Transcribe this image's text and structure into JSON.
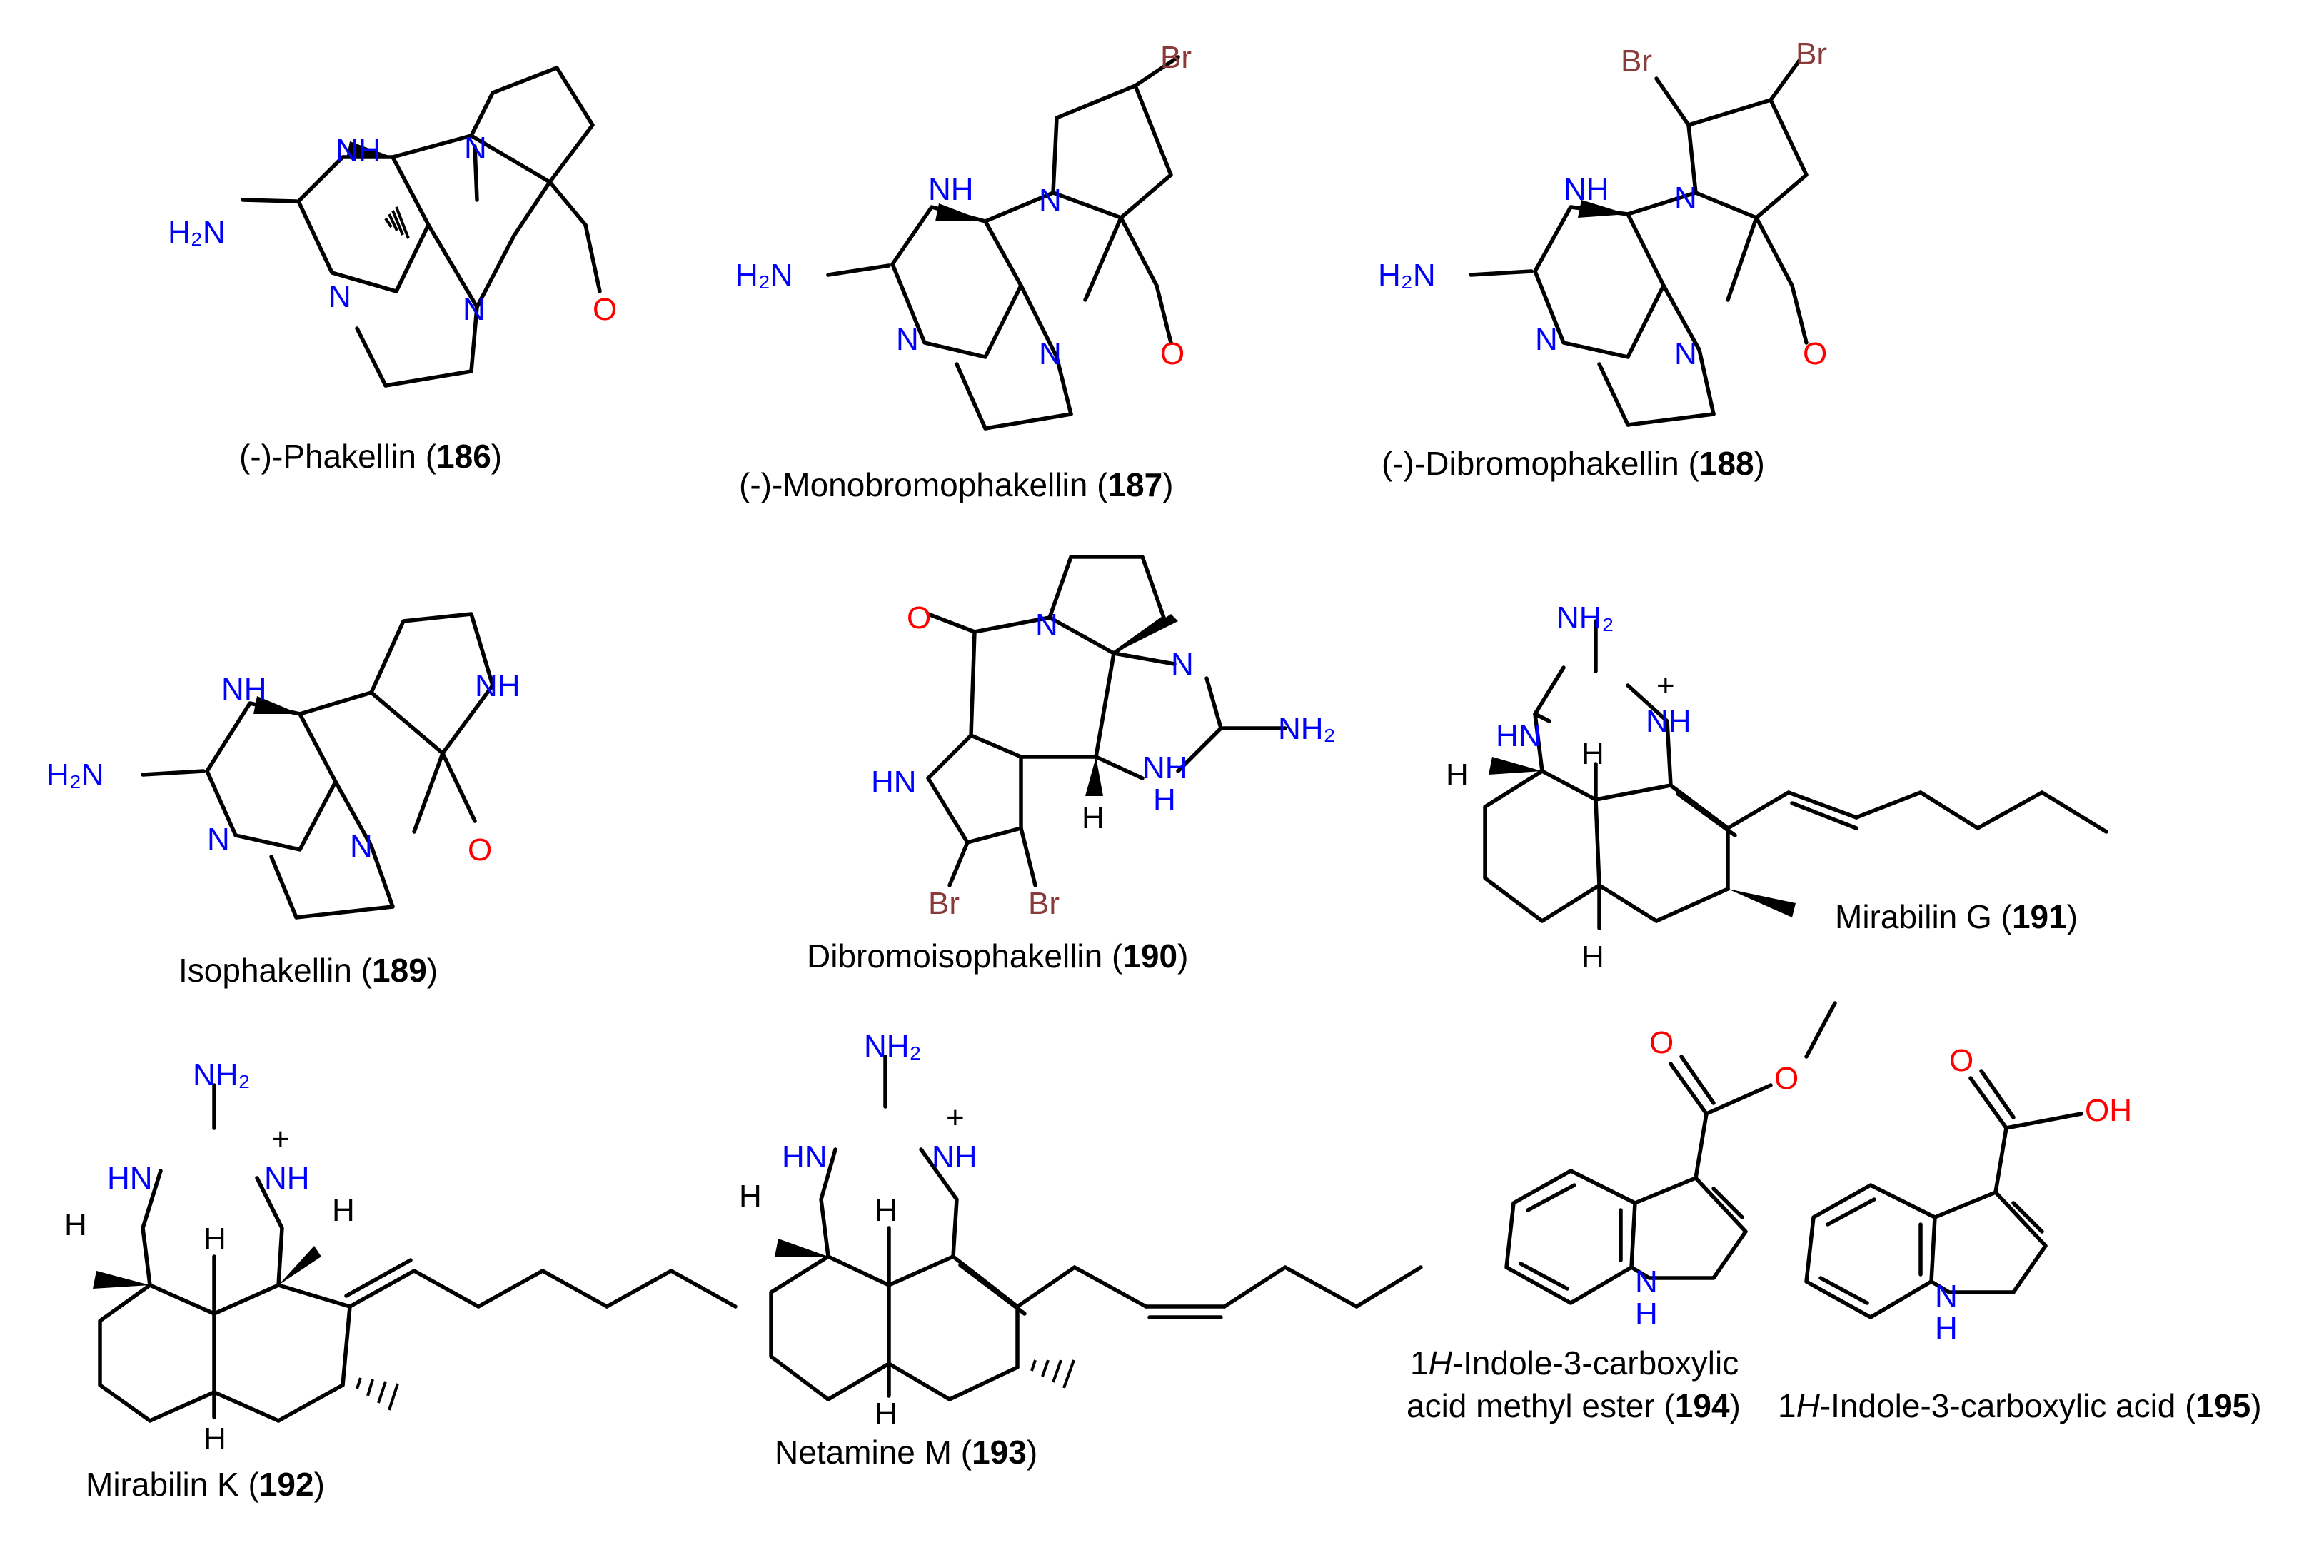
{
  "colors": {
    "N": "#0000ff",
    "O": "#ff0000",
    "Br": "#8b3a3a",
    "C": "#000000"
  },
  "compounds": [
    {
      "name": "(-)-Phakellin (",
      "number": "186",
      "close": ")"
    },
    {
      "name": "(-)-Monobromophakellin (",
      "number": "187",
      "close": ")"
    },
    {
      "name": "(-)-Dibromophakellin (",
      "number": "188",
      "close": ")"
    },
    {
      "name": "Isophakellin (",
      "number": "189",
      "close": ")"
    },
    {
      "name": "Dibromoisophakellin (",
      "number": "190",
      "close": ")"
    },
    {
      "name": "Mirabilin G (",
      "number": "191",
      "close": ")"
    },
    {
      "name": "Mirabilin K (",
      "number": "192",
      "close": ")"
    },
    {
      "name": "Netamine M (",
      "number": "193",
      "close": ")"
    },
    {
      "name1a": "1",
      "name1b": "H",
      "name1c": "-Indole-3-carboxylic",
      "name2": "acid methyl ester (",
      "number": "194",
      "close": ")"
    },
    {
      "name1a": "1",
      "name1b": "H",
      "name1c": "-Indole-3-carboxylic acid (",
      "number": "195",
      "close": ")"
    }
  ],
  "atoms": {
    "H2N": "H₂N",
    "NH2": "NH₂",
    "NH": "NH",
    "HN": "HN",
    "H": "H",
    "N": "N",
    "O": "O",
    "Br": "Br",
    "OH": "OH",
    "plus": "+"
  }
}
